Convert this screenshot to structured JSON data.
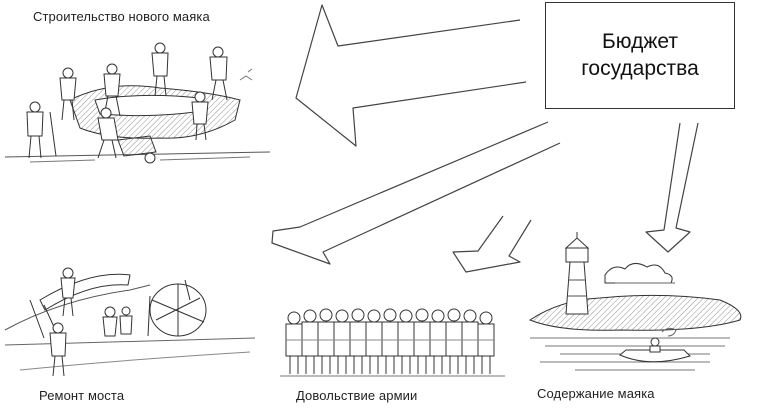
{
  "budget": {
    "line1": "Бюджет",
    "line2": "государства"
  },
  "captions": {
    "lighthouse_construction": "Строительство нового маяка",
    "bridge_repair": "Ремонт моста",
    "army_supply": "Довольствие армии",
    "lighthouse_maintenance": "Содержание маяка"
  }
}
